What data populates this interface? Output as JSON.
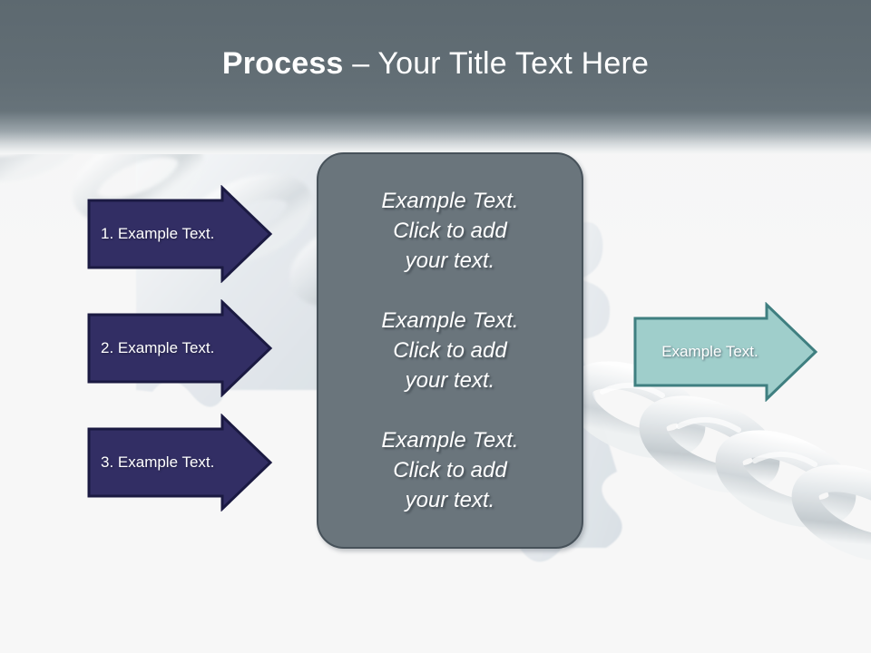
{
  "slide": {
    "title_bold": "Process",
    "title_rest": " – Your Title Text Here",
    "background_top_color": "#5d6970",
    "background_body_color": "#f7f7f7"
  },
  "left_arrows": {
    "fill_color": "#322e64",
    "border_color": "#1b1a42",
    "items": [
      {
        "label": "1. Example Text."
      },
      {
        "label": "2. Example Text."
      },
      {
        "label": "3. Example Text."
      }
    ]
  },
  "center_panel": {
    "fill_color": "#6a757c",
    "border_color": "#47525a",
    "blocks": [
      {
        "text": "Example Text.\nClick  to add\nyour text."
      },
      {
        "text": "Example Text.\nClick  to add\nyour text."
      },
      {
        "text": "Example Text.\nClick  to add\nyour text."
      }
    ]
  },
  "right_arrow": {
    "label": "Example Text.",
    "fill_color": "#9fcecb",
    "border_color": "#3f7f80"
  }
}
